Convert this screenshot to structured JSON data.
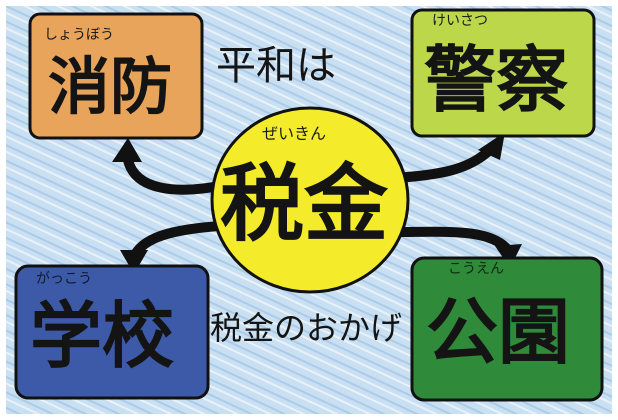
{
  "center": {
    "reading": "ぜいきん",
    "label": "税金"
  },
  "top_left": {
    "reading": "しょうぼう",
    "label": "消防"
  },
  "top_right": {
    "reading": "けいさつ",
    "label": "警察"
  },
  "bottom_left": {
    "reading": "がっこう",
    "label": "学校"
  },
  "bottom_right": {
    "reading": "こうえん",
    "label": "公園"
  },
  "top_phrase": "平和は",
  "bottom_phrase": "税金のおかげ",
  "colors": {
    "background": "#c9dff2",
    "center": "#f4ec2a",
    "top_left": "#e8a45a",
    "top_right": "#bcd84a",
    "bottom_left": "#3d5aa8",
    "bottom_right": "#2f8a3a",
    "outline": "#111111"
  }
}
